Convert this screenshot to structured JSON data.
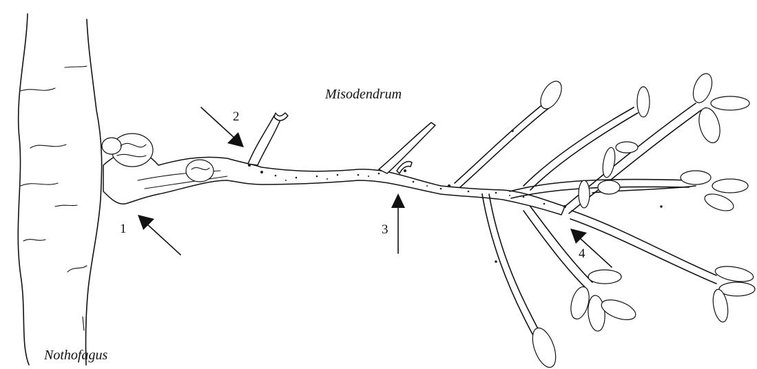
{
  "labels": {
    "host": "Nothofagus",
    "parasite": "Misodendrum"
  },
  "markers": [
    "1",
    "2",
    "3",
    "4"
  ],
  "colors": {
    "ink": "#111111",
    "background": "#ffffff"
  }
}
